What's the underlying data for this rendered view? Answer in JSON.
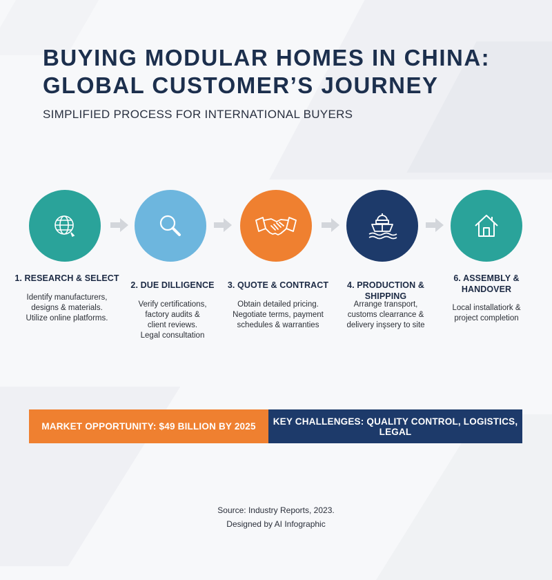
{
  "header": {
    "title_line1": "BUYING MODULAR HOMES IN CHINA:",
    "title_line2": "GLOBAL CUSTOMER’S JOURNEY",
    "subtitle": "SIMPLIFIED PROCESS FOR INTERNATIONAL BUYERS"
  },
  "steps": [
    {
      "title_lines": [
        "1. RESEARCH & SELECT"
      ],
      "desc_lines": [
        "Identify manufacturers,",
        "designs & materials.",
        "Utilize online platforms."
      ],
      "icon": "globe-icon",
      "color": "#2aa39a"
    },
    {
      "title_lines": [
        "2. DUE DILLIGENCE"
      ],
      "desc_lines": [
        "Verify certifications,",
        "factory audits &",
        "client reviews.",
        "Legal consultation"
      ],
      "icon": "magnifier-icon",
      "color": "#6db6de"
    },
    {
      "title_lines": [
        "3. QUOTE & CONTRACT"
      ],
      "desc_lines": [
        "Obtain detailed pricing.",
        "Negotiate terms, payment",
        "schedules & warranties"
      ],
      "icon": "handshake-icon",
      "color": "#ef8030"
    },
    {
      "title_lines": [
        "4. PRODUCTION & SHIPPING"
      ],
      "desc_lines": [
        "Arrange transport,",
        "customs clearrance &",
        "delivery inşsery to site"
      ],
      "icon": "ship-icon",
      "color": "#1d3a6a"
    },
    {
      "title_lines": [
        "6. ASSEMBLY &",
        "HANDOVER"
      ],
      "desc_lines": [
        "Local installatiork &",
        "project completion"
      ],
      "icon": "house-icon",
      "color": "#2aa39a"
    }
  ],
  "banners": {
    "left": "MARKET OPPORTUNITY: $49 BILLION BY 2025",
    "right": "KEY CHALLENGES: QUALITY CONTROL, LOGISTICS, LEGAL",
    "left_color": "#ef8030",
    "right_color": "#1d3a6a"
  },
  "footer": {
    "line1": "Source: Industry Reports, 2023.",
    "line2": "Designed by AI Infographic"
  }
}
